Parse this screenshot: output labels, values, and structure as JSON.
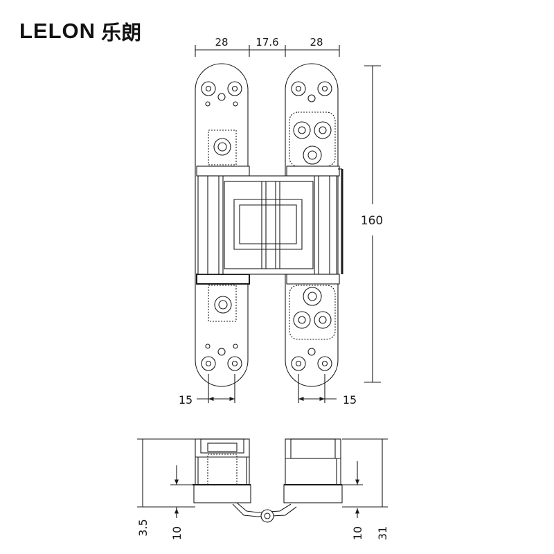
{
  "brand": {
    "latin": "LELON",
    "cjk": "乐朗"
  },
  "dimensions": {
    "top_left_width": "28",
    "top_gap": "17.6",
    "top_right_width": "28",
    "overall_height": "160",
    "left_hole_spacing": "15",
    "right_hole_spacing": "15",
    "side_offset": "3.5",
    "side_left_depth": "10",
    "side_right_depth": "10",
    "side_overall_height": "31"
  },
  "colors": {
    "line": "#1a1a1a",
    "fine": "#555555",
    "background": "#ffffff"
  }
}
